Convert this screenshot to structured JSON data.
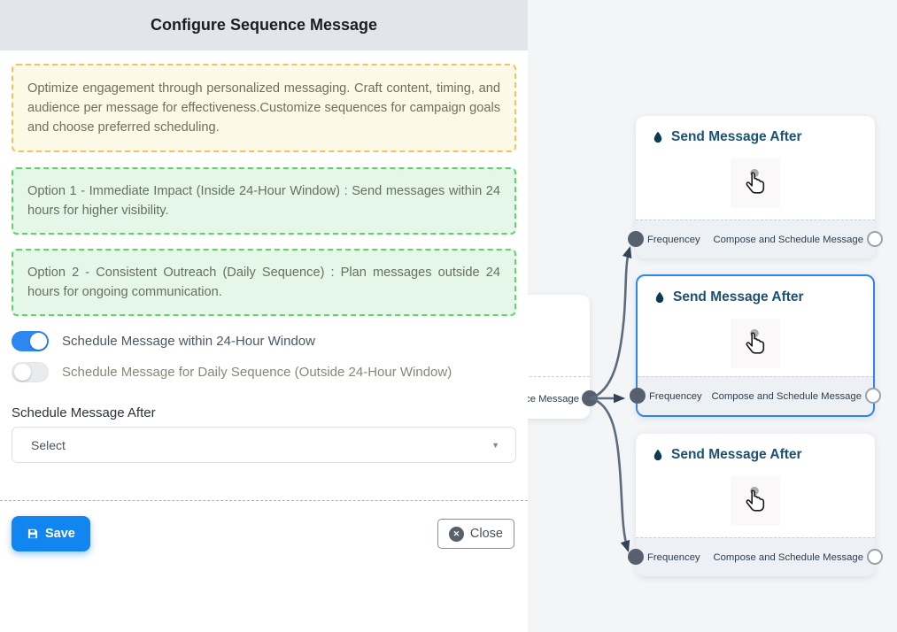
{
  "header": {
    "title": "Configure Sequence Message"
  },
  "panel": {
    "intro_text": "Optimize engagement through personalized messaging. Craft content, timing, and audience per message for effectiveness.Customize sequences for campaign goals and choose preferred scheduling.",
    "options": [
      {
        "text": "Option 1 - Immediate Impact (Inside 24-Hour Window) : Send messages within 24 hours for higher visibility."
      },
      {
        "text": "Option 2 - Consistent Outreach (Daily Sequence) : Plan messages outside 24 hours for ongoing communication."
      }
    ],
    "toggles": [
      {
        "label": "Schedule Message within 24-Hour Window",
        "state": "on"
      },
      {
        "label": "Schedule Message for Daily Sequence (Outside 24-Hour Window)",
        "state": "off"
      }
    ],
    "schedule_after_label": "Schedule Message After",
    "select_value": "Select",
    "save_label": "Save",
    "close_label": "Close"
  },
  "canvas": {
    "nodes": [
      {
        "title": "Send Message After",
        "input_label": "Frequencey",
        "output_label": "Compose and Schedule Message",
        "selected": false
      },
      {
        "title": "Send Message After",
        "input_label": "Frequencey",
        "output_label": "Compose and Schedule Message",
        "selected": true
      },
      {
        "title": "Send Message After",
        "input_label": "Frequencey",
        "output_label": "Compose and Schedule Message",
        "selected": false
      }
    ],
    "partial_node": {
      "visible_label": "ce Message"
    }
  },
  "colors": {
    "accent_blue": "#1286f0",
    "toggle_on": "#2d87f0",
    "selected_node_border": "#2e86eb",
    "node_title": "#1b5170",
    "edge": "#5d6b7e",
    "warning_border": "#f2c160",
    "warning_bg": "#fdf9e7",
    "success_border": "#5cd862",
    "success_bg": "#e4f7e8",
    "header_bg": "#e2e5ea",
    "canvas_bg": "#f3f5f7"
  }
}
